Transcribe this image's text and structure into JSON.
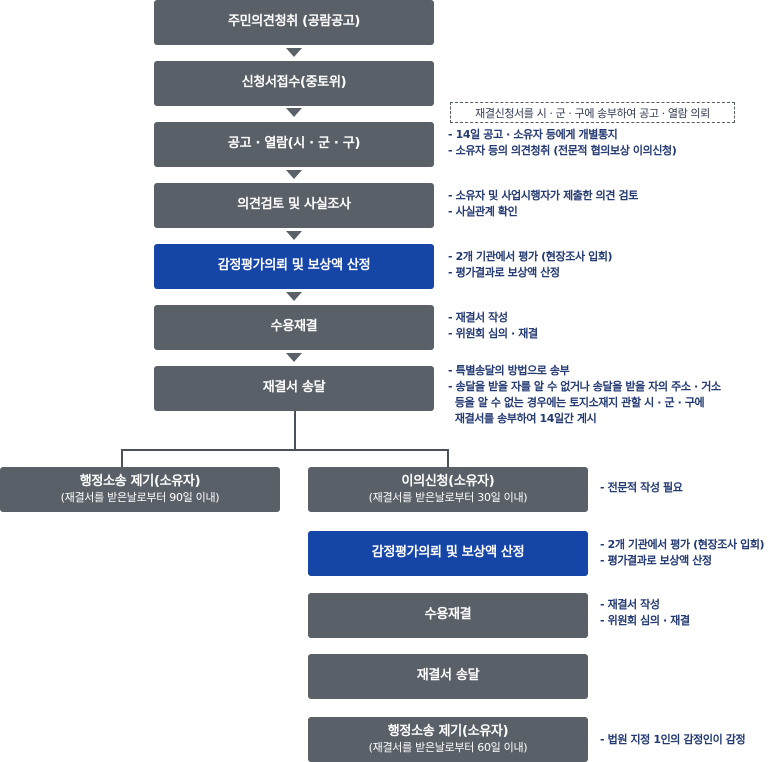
{
  "steps": {
    "s1": "주민의견청취 (공람공고)",
    "s2": "신청서접수(중토위)",
    "s3": "공고 · 열람(시 · 군 · 구)",
    "s4": "의견검토 및 사실조사",
    "s5": "감정평가의뢰 및 보상액 산정",
    "s6": "수용재결",
    "s7": "재결서 송달"
  },
  "dashed_note": "재결신청서를 시 · 군 · 구에 송부하여 공고 · 열람 의뢰",
  "notes": {
    "n3": [
      "- 14일 공고 · 소유자 등에게 개별통지",
      "- 소유자 등의 의견청취 (전문적 협의보상 이의신청)"
    ],
    "n4": [
      "- 소유자 및 사업시행자가 제출한 의견 검토",
      "- 사실관계 확인"
    ],
    "n5": [
      "- 2개 기관에서 평가 (현장조사 입회)",
      "- 평가결과로 보상액 산정"
    ],
    "n6": [
      "- 재결서 작성",
      "- 위원회 심의 · 재결"
    ],
    "n7": [
      "- 특별송달의 방법으로 송부",
      "- 송달을 받을 자를 알 수 없거나 송달을 받을 자의 주소 · 거소",
      "  등을 알 수 없는 경우에는 토지소재지 관할 시 · 군 · 구에",
      "  재결서를 송부하여 14일간 게시"
    ]
  },
  "left_branch": {
    "main": "행정소송 제기(소유자)",
    "sub": "(재결서를 받은날로부터 90일 이내)"
  },
  "right_branch": {
    "b1_main": "이의신청(소유자)",
    "b1_sub": "(재결서를 받은날로부터 30일 이내)",
    "b2": "감정평가의뢰 및 보상액 산정",
    "b3": "수용재결",
    "b4": "재결서 송달",
    "b5_main": "행정소송 제기(소유자)",
    "b5_sub": "(재결서를 받은날로부터 60일 이내)"
  },
  "right_notes": {
    "r1": [
      "- 전문적 작성 필요"
    ],
    "r2": [
      "- 2개 기관에서 평가 (현장조사 입회)",
      "- 평가결과로 보상액 산정"
    ],
    "r3": [
      "- 재결서 작성",
      "- 위원회 심의 · 재결"
    ],
    "r5": [
      "- 법원 지정 1인의 감정인이 감정"
    ]
  },
  "colors": {
    "gray_box": "#5a6068",
    "blue_box": "#1545a6",
    "note_text": "#243a73"
  }
}
